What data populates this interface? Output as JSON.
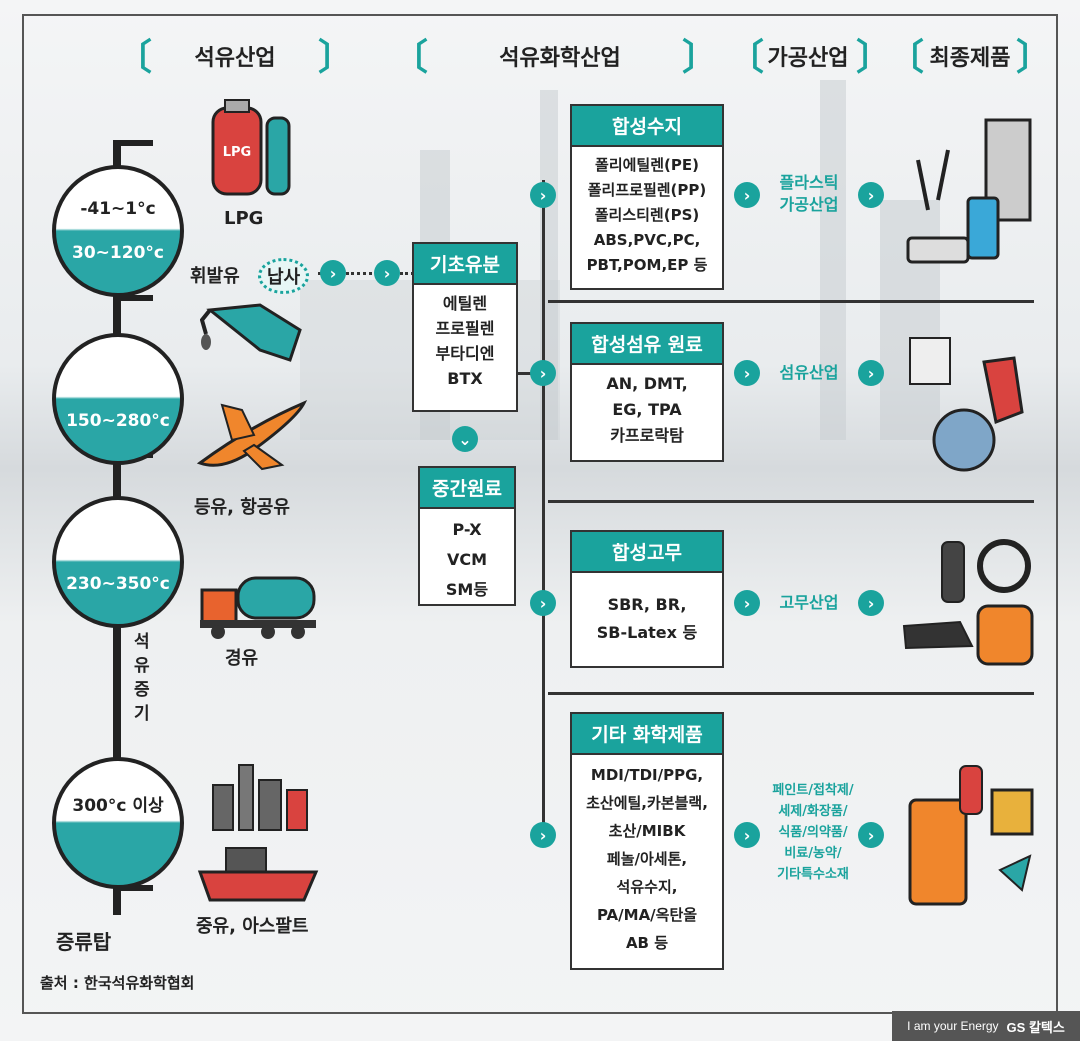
{
  "headers": {
    "petroleum": "석유산업",
    "petrochemical": "석유화학산업",
    "processing": "가공산업",
    "final": "최종제품"
  },
  "tower": {
    "tanks": [
      {
        "top": "-41~1°c",
        "bottom": "30~120°c"
      },
      {
        "bottom": "150~280°c"
      },
      {
        "bottom": "230~350°c"
      },
      {
        "top": "300°c 이상"
      }
    ],
    "vertical_label": "석유증기",
    "tower_name": "증류탑"
  },
  "products": {
    "lpg": "LPG",
    "naphtha_prefix": "휘발유",
    "naphtha": "납사",
    "kerosene": "등유, 항공유",
    "diesel": "경유",
    "heavy": "중유, 아스팔트"
  },
  "basic": {
    "title": "기초유분",
    "items": [
      "에틸렌",
      "프로필렌",
      "부타디엔",
      "BTX"
    ]
  },
  "intermediate": {
    "title": "중간원료",
    "items": [
      "P-X",
      "VCM",
      "SM등"
    ]
  },
  "groups": [
    {
      "title": "합성수지",
      "items": [
        "폴리에틸렌(PE)",
        "폴리프로필렌(PP)",
        "폴리스티렌(PS)",
        "ABS,PVC,PC,",
        "PBT,POM,EP 등"
      ],
      "industry": "플라스틱\n가공산업"
    },
    {
      "title": "합성섬유 원료",
      "items": [
        "AN, DMT,",
        "EG, TPA",
        "카프로락탐"
      ],
      "industry": "섬유산업"
    },
    {
      "title": "합성고무",
      "items": [
        "SBR, BR,",
        "SB-Latex 등"
      ],
      "industry": "고무산업"
    },
    {
      "title": "기타 화학제품",
      "items": [
        "MDI/TDI/PPG,",
        "초산에틸,카본블랙,",
        "초산/MIBK",
        "페놀/아세톤,",
        "석유수지,",
        "PA/MA/옥탄올",
        "AB 등"
      ],
      "industry": "페인트/접착제/\n세제/화장품/\n식품/의약품/\n비료/농약/\n기타특수소재"
    }
  ],
  "source": "출처 : 한국석유화학협회",
  "brand": {
    "tagline": "I am your Energy",
    "logo": "GS 칼텍스"
  },
  "colors": {
    "accent": "#1aa39d"
  }
}
